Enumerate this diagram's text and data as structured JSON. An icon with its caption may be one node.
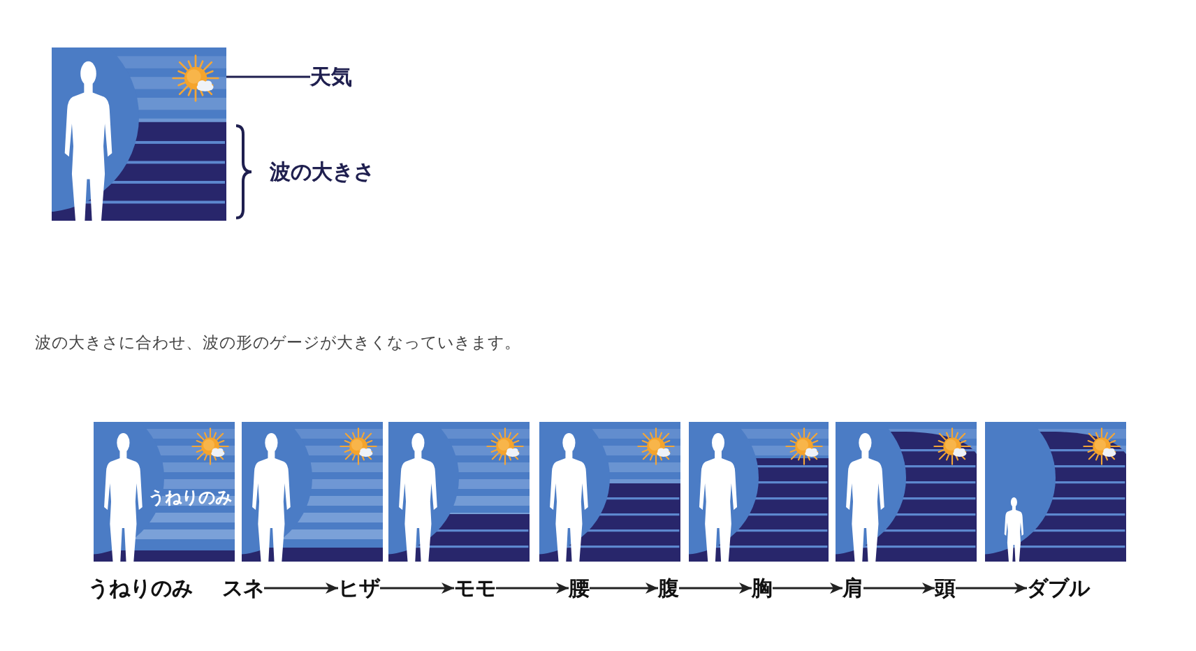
{
  "diagram": {
    "nodes": [
      {
        "text": [],
        "shape": "picture"
      },
      {
        "text": [
          "天気"
        ]
      },
      {
        "text": [],
        "shape": "picture"
      },
      {
        "text": [],
        "shape": "picture"
      },
      {
        "text": [],
        "shape": "picture"
      },
      {
        "text": [],
        "shape": "picture"
      },
      {
        "text": [],
        "shape": "picture"
      },
      {
        "text": [],
        "shape": "picture"
      },
      {
        "text": [],
        "shape": "picture"
      },
      {
        "text": [
          "うねりのみ"
        ]
      },
      {
        "text": [
          "スネ"
        ]
      },
      {
        "text": [
          "ヒザ"
        ]
      },
      {
        "text": [
          "モモ"
        ]
      },
      {
        "text": [
          "腰"
        ]
      },
      {
        "text": [
          "腹"
        ]
      },
      {
        "text": [
          "胸"
        ]
      },
      {
        "text": [
          "肩"
        ]
      },
      {
        "text": [
          "頭"
        ]
      },
      {
        "text": [
          "ダブル"
        ]
      }
    ],
    "edges": [
      {
        "from": 1,
        "to": 0,
        "arrow": "none"
      },
      {
        "from": 10,
        "to": 11,
        "arrow": "to"
      },
      {
        "from": 11,
        "to": 12,
        "arrow": "to"
      },
      {
        "from": 12,
        "to": 13,
        "arrow": "to"
      },
      {
        "from": 13,
        "to": 14,
        "arrow": "to"
      },
      {
        "from": 14,
        "to": 15,
        "arrow": "to"
      },
      {
        "from": 15,
        "to": 16,
        "arrow": "to"
      },
      {
        "from": 16,
        "to": 17,
        "arrow": "to"
      },
      {
        "from": 17,
        "to": 18,
        "arrow": "to"
      }
    ],
    "labels": [
      "波の大きさ",
      "波の大きさに合わせ、波の形のゲージが大きくなっていきます。",
      "うねりのみ"
    ]
  }
}
